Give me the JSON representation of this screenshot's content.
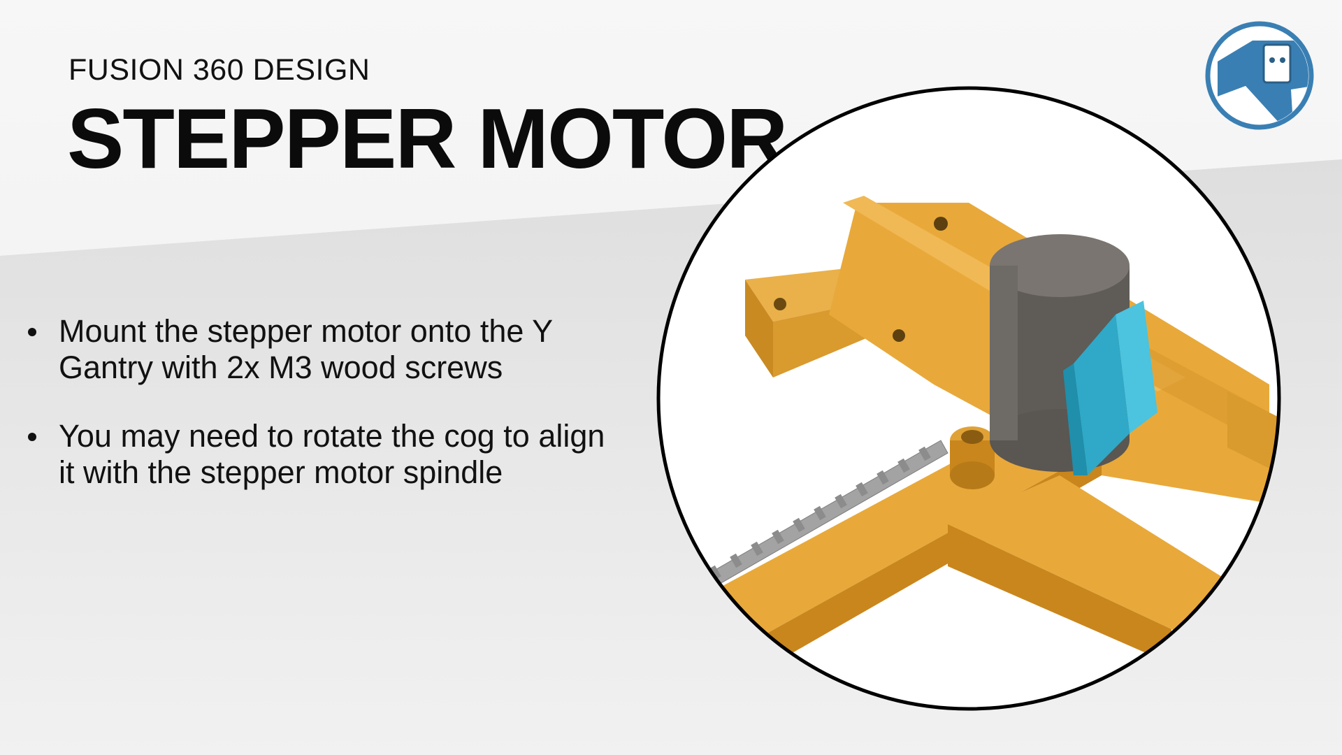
{
  "header": {
    "subtitle": "FUSION 360 DESIGN",
    "title": "STEPPER MOTOR"
  },
  "bullets": [
    {
      "text": "Mount the stepper motor onto the Y Gantry with 2x M3 wood screws"
    },
    {
      "text": "You may need to rotate the cog to align it with the stepper motor spindle"
    }
  ],
  "logo": {
    "icon": "robot-logo-icon"
  },
  "illustration": {
    "icon": "stepper-motor-render-icon",
    "colors": {
      "frame": "#e8a93a",
      "frame_shade": "#c9861c",
      "motor": "#6f6b66",
      "bracket": "#4cc3df",
      "rack": "#9e9e9e",
      "ring": "#000000"
    }
  }
}
